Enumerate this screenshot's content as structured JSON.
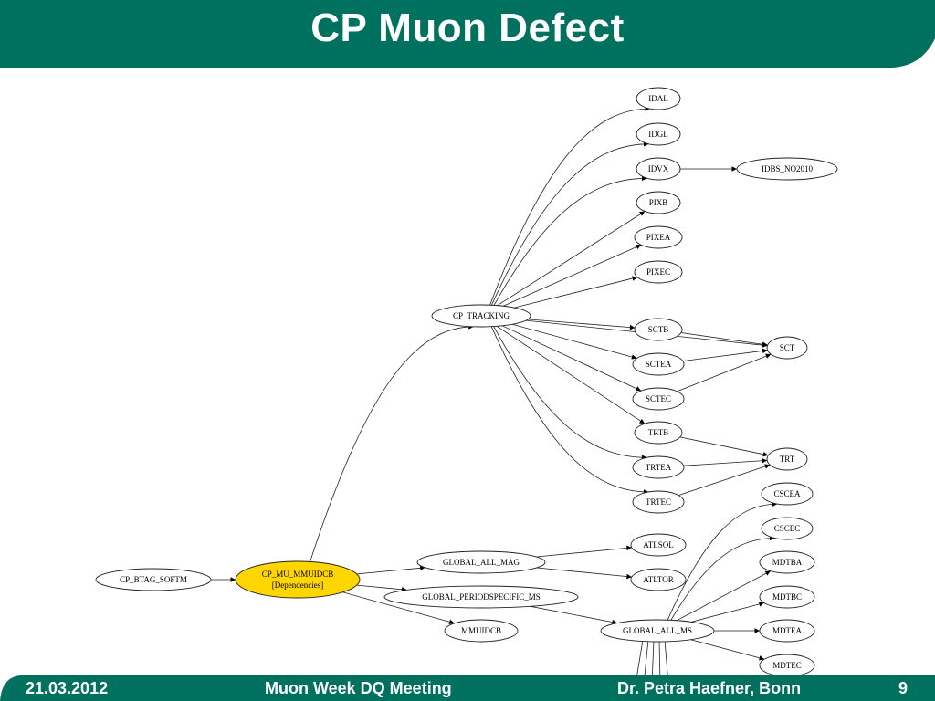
{
  "slide": {
    "title": "CP Muon Defect",
    "colors": {
      "band": "#00705f",
      "highlight": "#ffd600"
    }
  },
  "footer": {
    "date": "21.03.2012",
    "meeting": "Muon Week DQ Meeting",
    "author": "Dr. Petra Haefner, Bonn",
    "page": "9"
  },
  "graph": {
    "nodes": [
      {
        "id": "CP_BTAG_SOFTM",
        "label": "CP_BTAG_SOFTM"
      },
      {
        "id": "CP_MU_MMUIDCB",
        "label": "CP_MU_MMUIDCB",
        "sublabel": "[Dependencies]",
        "highlight": true
      },
      {
        "id": "CP_TRACKING",
        "label": "CP_TRACKING"
      },
      {
        "id": "IDAL",
        "label": "IDAL"
      },
      {
        "id": "IDGL",
        "label": "IDGL"
      },
      {
        "id": "IDVX",
        "label": "IDVX"
      },
      {
        "id": "IDBS_NO2010",
        "label": "IDBS_NO2010"
      },
      {
        "id": "PIXB",
        "label": "PIXB"
      },
      {
        "id": "PIXEA",
        "label": "PIXEA"
      },
      {
        "id": "PIXEC",
        "label": "PIXEC"
      },
      {
        "id": "SCTB",
        "label": "SCTB"
      },
      {
        "id": "SCTEA",
        "label": "SCTEA"
      },
      {
        "id": "SCTEC",
        "label": "SCTEC"
      },
      {
        "id": "SCT",
        "label": "SCT"
      },
      {
        "id": "TRTB",
        "label": "TRTB"
      },
      {
        "id": "TRTEA",
        "label": "TRTEA"
      },
      {
        "id": "TRTEC",
        "label": "TRTEC"
      },
      {
        "id": "TRT",
        "label": "TRT"
      },
      {
        "id": "GLOBAL_ALL_MAG",
        "label": "GLOBAL_ALL_MAG"
      },
      {
        "id": "ATLSOL",
        "label": "ATLSOL"
      },
      {
        "id": "ATLTOR",
        "label": "ATLTOR"
      },
      {
        "id": "GLOBAL_PERIODSPECIFIC_MS",
        "label": "GLOBAL_PERIODSPECIFIC_MS"
      },
      {
        "id": "MMUIDCB",
        "label": "MMUIDCB"
      },
      {
        "id": "GLOBAL_ALL_MS",
        "label": "GLOBAL_ALL_MS"
      },
      {
        "id": "CSCEA",
        "label": "CSCEA"
      },
      {
        "id": "CSCEC",
        "label": "CSCEC"
      },
      {
        "id": "MDTBA",
        "label": "MDTBA"
      },
      {
        "id": "MDTBC",
        "label": "MDTBC"
      },
      {
        "id": "MDTEA",
        "label": "MDTEA"
      },
      {
        "id": "MDTEC",
        "label": "MDTEC"
      }
    ],
    "edges": [
      [
        "CP_BTAG_SOFTM",
        "CP_MU_MMUIDCB"
      ],
      [
        "CP_MU_MMUIDCB",
        "CP_TRACKING"
      ],
      [
        "CP_MU_MMUIDCB",
        "GLOBAL_ALL_MAG"
      ],
      [
        "CP_MU_MMUIDCB",
        "GLOBAL_PERIODSPECIFIC_MS"
      ],
      [
        "CP_MU_MMUIDCB",
        "MMUIDCB"
      ],
      [
        "CP_TRACKING",
        "IDAL"
      ],
      [
        "CP_TRACKING",
        "IDGL"
      ],
      [
        "CP_TRACKING",
        "IDVX"
      ],
      [
        "CP_TRACKING",
        "PIXB"
      ],
      [
        "CP_TRACKING",
        "PIXEA"
      ],
      [
        "CP_TRACKING",
        "PIXEC"
      ],
      [
        "CP_TRACKING",
        "SCTB"
      ],
      [
        "CP_TRACKING",
        "SCTEA"
      ],
      [
        "CP_TRACKING",
        "SCTEC"
      ],
      [
        "CP_TRACKING",
        "SCT"
      ],
      [
        "CP_TRACKING",
        "TRTB"
      ],
      [
        "CP_TRACKING",
        "TRTEA"
      ],
      [
        "CP_TRACKING",
        "TRTEC"
      ],
      [
        "IDVX",
        "IDBS_NO2010"
      ],
      [
        "SCTB",
        "SCT"
      ],
      [
        "SCTEA",
        "SCT"
      ],
      [
        "SCTEC",
        "SCT"
      ],
      [
        "TRTB",
        "TRT"
      ],
      [
        "TRTEA",
        "TRT"
      ],
      [
        "TRTEC",
        "TRT"
      ],
      [
        "GLOBAL_ALL_MAG",
        "ATLSOL"
      ],
      [
        "GLOBAL_ALL_MAG",
        "ATLTOR"
      ],
      [
        "GLOBAL_PERIODSPECIFIC_MS",
        "GLOBAL_ALL_MS"
      ],
      [
        "GLOBAL_ALL_MS",
        "CSCEA"
      ],
      [
        "GLOBAL_ALL_MS",
        "CSCEC"
      ],
      [
        "GLOBAL_ALL_MS",
        "MDTBA"
      ],
      [
        "GLOBAL_ALL_MS",
        "MDTBC"
      ],
      [
        "GLOBAL_ALL_MS",
        "MDTEA"
      ],
      [
        "GLOBAL_ALL_MS",
        "MDTEC"
      ]
    ]
  }
}
